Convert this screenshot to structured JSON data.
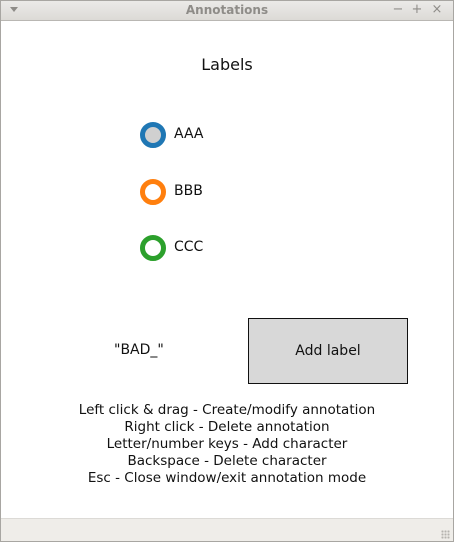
{
  "window": {
    "title": "Annotations",
    "minimize_glyph": "−",
    "maximize_glyph": "+",
    "close_glyph": "×"
  },
  "heading": "Labels",
  "labels": [
    {
      "name": "AAA",
      "color": "#1f77b4",
      "selected": true
    },
    {
      "name": "BBB",
      "color": "#ff7f0e",
      "selected": false
    },
    {
      "name": "CCC",
      "color": "#2ca02c",
      "selected": false
    }
  ],
  "current_text": "\"BAD_\"",
  "add_button_label": "Add label",
  "help_lines": [
    "Left click & drag - Create/modify annotation",
    "Right click - Delete annotation",
    "Letter/number keys - Add character",
    "Backspace - Delete character",
    "Esc - Close window/exit annotation mode"
  ]
}
